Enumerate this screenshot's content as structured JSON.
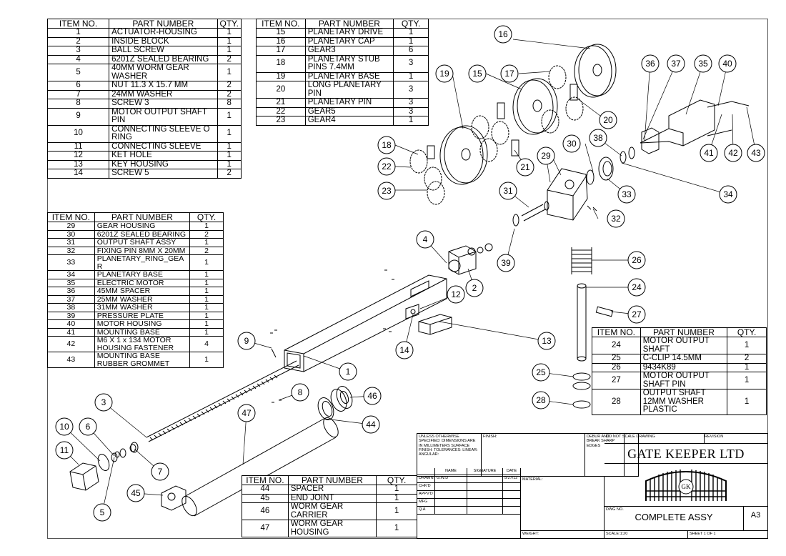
{
  "bom_headers": {
    "item": "ITEM NO.",
    "part": "PART NUMBER",
    "qty": "QTY."
  },
  "bom_table_1": [
    {
      "item": "1",
      "part": "ACTUATOR-HOUSING",
      "qty": "1"
    },
    {
      "item": "2",
      "part": "INSIDE BLOCK",
      "qty": "1"
    },
    {
      "item": "3",
      "part": "BALL SCREW",
      "qty": "1"
    },
    {
      "item": "4",
      "part": "6201Z SEALED BEARING",
      "qty": "2"
    },
    {
      "item": "5",
      "part": "40MM WORM GEAR WASHER",
      "qty": "1"
    },
    {
      "item": "6",
      "part": "NUT 11.3 X 15.7 MM",
      "qty": "2"
    },
    {
      "item": "7",
      "part": "24MM WASHER",
      "qty": "2"
    },
    {
      "item": "8",
      "part": "SCREW 3",
      "qty": "8"
    },
    {
      "item": "9",
      "part": "MOTOR OUTPUT SHAFT PIN",
      "qty": "1"
    },
    {
      "item": "10",
      "part": "CONNECTING SLEEVE O RING",
      "qty": "1"
    },
    {
      "item": "11",
      "part": "CONNECTING SLEEVE",
      "qty": "1"
    },
    {
      "item": "12",
      "part": "KET HOLE",
      "qty": "1"
    },
    {
      "item": "13",
      "part": "KEY HOUSING",
      "qty": "1"
    },
    {
      "item": "14",
      "part": "SCREW 5",
      "qty": "2"
    }
  ],
  "bom_table_2": [
    {
      "item": "15",
      "part": "PLANETARY DRIVE",
      "qty": "1"
    },
    {
      "item": "16",
      "part": "PLANETARY CAP",
      "qty": "1"
    },
    {
      "item": "17",
      "part": "GEAR3",
      "qty": "6"
    },
    {
      "item": "18",
      "part": "PLANETARY STUB PINS 7.4MM",
      "qty": "3"
    },
    {
      "item": "19",
      "part": "PLANETARY BASE",
      "qty": "1"
    },
    {
      "item": "20",
      "part": "LONG PLANETARY PIN",
      "qty": "3"
    },
    {
      "item": "21",
      "part": "PLANETARY PIN",
      "qty": "3"
    },
    {
      "item": "22",
      "part": "GEAR5",
      "qty": "3"
    },
    {
      "item": "23",
      "part": "GEAR4",
      "qty": "1"
    }
  ],
  "bom_table_3": [
    {
      "item": "29",
      "part": "GEAR HOUSING",
      "qty": "1"
    },
    {
      "item": "30",
      "part": "6201Z SEALED BEARING",
      "qty": "2"
    },
    {
      "item": "31",
      "part": "OUTPUT SHAFT ASSY",
      "qty": "1"
    },
    {
      "item": "32",
      "part": "FIXING PIN 8MM X 20MM",
      "qty": "2"
    },
    {
      "item": "33",
      "part": "PLANETARY_RING_GEAR",
      "qty": "1"
    },
    {
      "item": "34",
      "part": "PLANETARY BASE",
      "qty": "1"
    },
    {
      "item": "35",
      "part": "ELECTRIC MOTOR",
      "qty": "1"
    },
    {
      "item": "36",
      "part": "45MM SPACER",
      "qty": "1"
    },
    {
      "item": "37",
      "part": "25MM WASHER",
      "qty": "1"
    },
    {
      "item": "38",
      "part": "31MM WASHER",
      "qty": "1"
    },
    {
      "item": "39",
      "part": "PRESSURE PLATE",
      "qty": "1"
    },
    {
      "item": "40",
      "part": "MOTOR HOUSING",
      "qty": "1"
    },
    {
      "item": "41",
      "part": "MOUNTING BASE",
      "qty": "1"
    },
    {
      "item": "42",
      "part": "M6 X 1 x 134 MOTOR HOUSING FASTENER",
      "qty": "4"
    },
    {
      "item": "43",
      "part": "MOUNTING BASE RUBBER GROMMET",
      "qty": "1"
    }
  ],
  "bom_table_4": [
    {
      "item": "24",
      "part": "MOTOR OUTPUT SHAFT",
      "qty": "1"
    },
    {
      "item": "25",
      "part": "C-CLIP 14.5MM",
      "qty": "2"
    },
    {
      "item": "26",
      "part": "9434K89",
      "qty": "1"
    },
    {
      "item": "27",
      "part": "MOTOR OUTPUT SHAFT PIN",
      "qty": "1"
    },
    {
      "item": "28",
      "part": "OUTPUT SHAFT 12MM WASHER PLASTIC",
      "qty": "1"
    }
  ],
  "bom_table_5": [
    {
      "item": "44",
      "part": "SPACER",
      "qty": "1"
    },
    {
      "item": "45",
      "part": "END JOINT",
      "qty": "1"
    },
    {
      "item": "46",
      "part": "WORM GEAR CARRIER",
      "qty": "1"
    },
    {
      "item": "47",
      "part": "WORM GEAR HOUSING",
      "qty": "1"
    }
  ],
  "balloons": [
    "1",
    "2",
    "3",
    "4",
    "5",
    "6",
    "7",
    "8",
    "9",
    "10",
    "11",
    "12",
    "13",
    "14",
    "15",
    "16",
    "17",
    "18",
    "19",
    "20",
    "21",
    "22",
    "23",
    "24",
    "25",
    "26",
    "27",
    "28",
    "29",
    "30",
    "31",
    "32",
    "33",
    "34",
    "35",
    "36",
    "37",
    "38",
    "39",
    "40",
    "41",
    "42",
    "43",
    "44",
    "45",
    "46",
    "47"
  ],
  "title_block": {
    "notes": "UNLESS OTHERWISE SPECIFIED: DIMENSIONS ARE IN MILLIMETERS SURFACE FINISH: TOLERANCES: LINEAR: ANGULAR:",
    "finish": "FINISH:",
    "deburr": "DEBUR AND BREAK SHARP EDGES",
    "do_not_scale": "DO NOT SCALE DRAWING",
    "revision": "REVISION",
    "company": "GATE KEEPER LTD",
    "logo_text": "GK",
    "name_col": "NAME",
    "signature_col": "SIGNATURE",
    "date_col": "DATE",
    "rows": [
      "DRAWN",
      "CHK'D",
      "APPV'D",
      "MFG",
      "Q.A"
    ],
    "drawn_name": "G.W.D",
    "drawn_date": "5/27/12",
    "material": "MATERIAL:",
    "weight": "WEIGHT:",
    "dwg_no": "DWG NO.",
    "title": "COMPLETE ASSY",
    "size": "A3",
    "scale": "SCALE:1:20",
    "sheet": "SHEET 1 OF 1"
  }
}
